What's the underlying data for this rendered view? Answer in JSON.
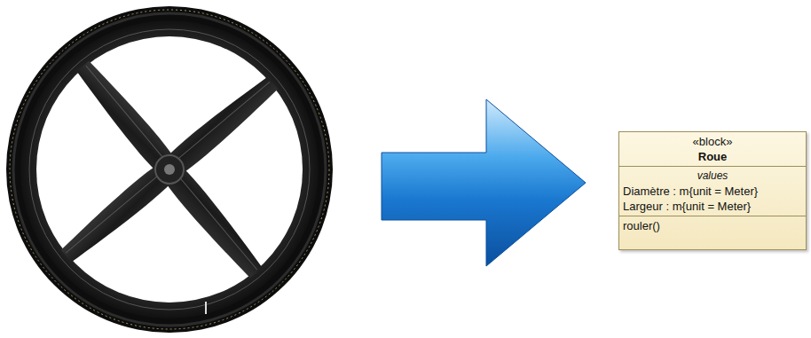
{
  "diagram": {
    "nodes": [
      {
        "text": [
          "«block»",
          "Roue",
          "values",
          "Diamètre : m{unit = Meter}",
          "Largeur : m{unit = Meter}",
          "rouler()"
        ]
      }
    ]
  }
}
